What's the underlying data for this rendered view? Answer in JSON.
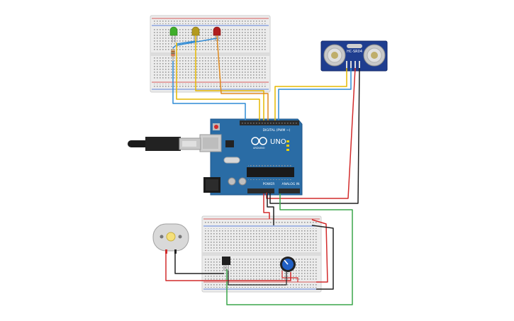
{
  "arduino": {
    "model": "UNO",
    "brand": "ARDUINO",
    "digital_header": "DIGITAL (PWM ~)",
    "power_header": "POWER",
    "analog_header": "ANALOG IN"
  },
  "ultrasonic_sensor": {
    "model": "HC-SR04"
  },
  "colors": {
    "board_blue": "#2a6ca5",
    "board_dark": "#1e568a",
    "wire_red": "#d22b2b",
    "wire_black": "#222222",
    "wire_yellow": "#e6b800",
    "wire_blue": "#2f8bd6",
    "wire_orange": "#e08a1e",
    "wire_green": "#3aa64a",
    "led_green": "#3fae2a",
    "led_yellow": "#b39a1e",
    "led_red": "#b01e1e",
    "sensor_blue": "#1f3d8f",
    "breadboard": "#ececec"
  },
  "icons": [
    "usb-plug-icon",
    "led-green-icon",
    "led-yellow-icon",
    "led-red-icon",
    "resistor-icon",
    "dc-motor-icon",
    "transistor-icon",
    "potentiometer-icon"
  ]
}
